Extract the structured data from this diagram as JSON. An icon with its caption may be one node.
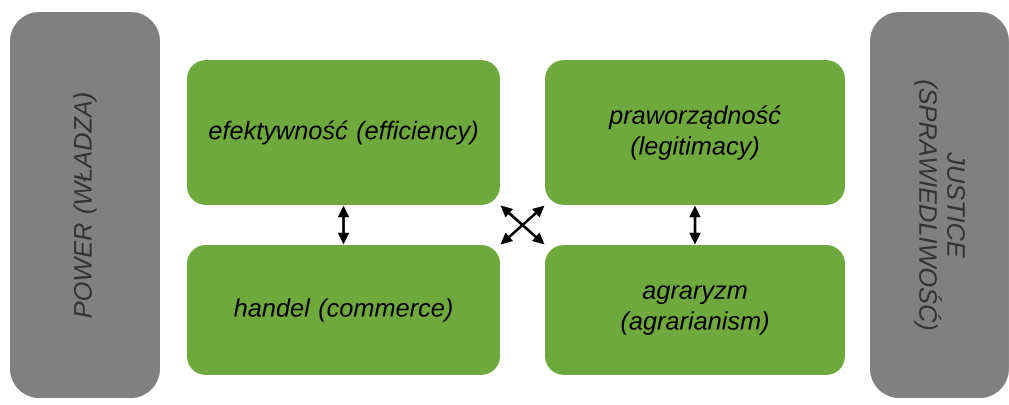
{
  "diagram": {
    "nodes": [
      {
        "text": [
          "POWER (WŁADZA)"
        ]
      },
      {
        "text": [
          "efektywność (efficiency)"
        ]
      },
      {
        "text": [
          "praworządność (legitimacy)"
        ]
      },
      {
        "text": [
          "handel (commerce)"
        ]
      },
      {
        "text": [
          "agraryzm (agrarianism)"
        ]
      },
      {
        "text": [
          "JUSTICE (SPRAWIEDLIWOŚĆ)"
        ]
      }
    ],
    "edges": [
      {
        "from": 1,
        "to": 3,
        "arrow": "both"
      },
      {
        "from": 3,
        "to": 2,
        "arrow": "both"
      },
      {
        "from": 1,
        "to": 4,
        "arrow": "both"
      },
      {
        "from": 2,
        "to": 4,
        "arrow": "both"
      }
    ]
  }
}
